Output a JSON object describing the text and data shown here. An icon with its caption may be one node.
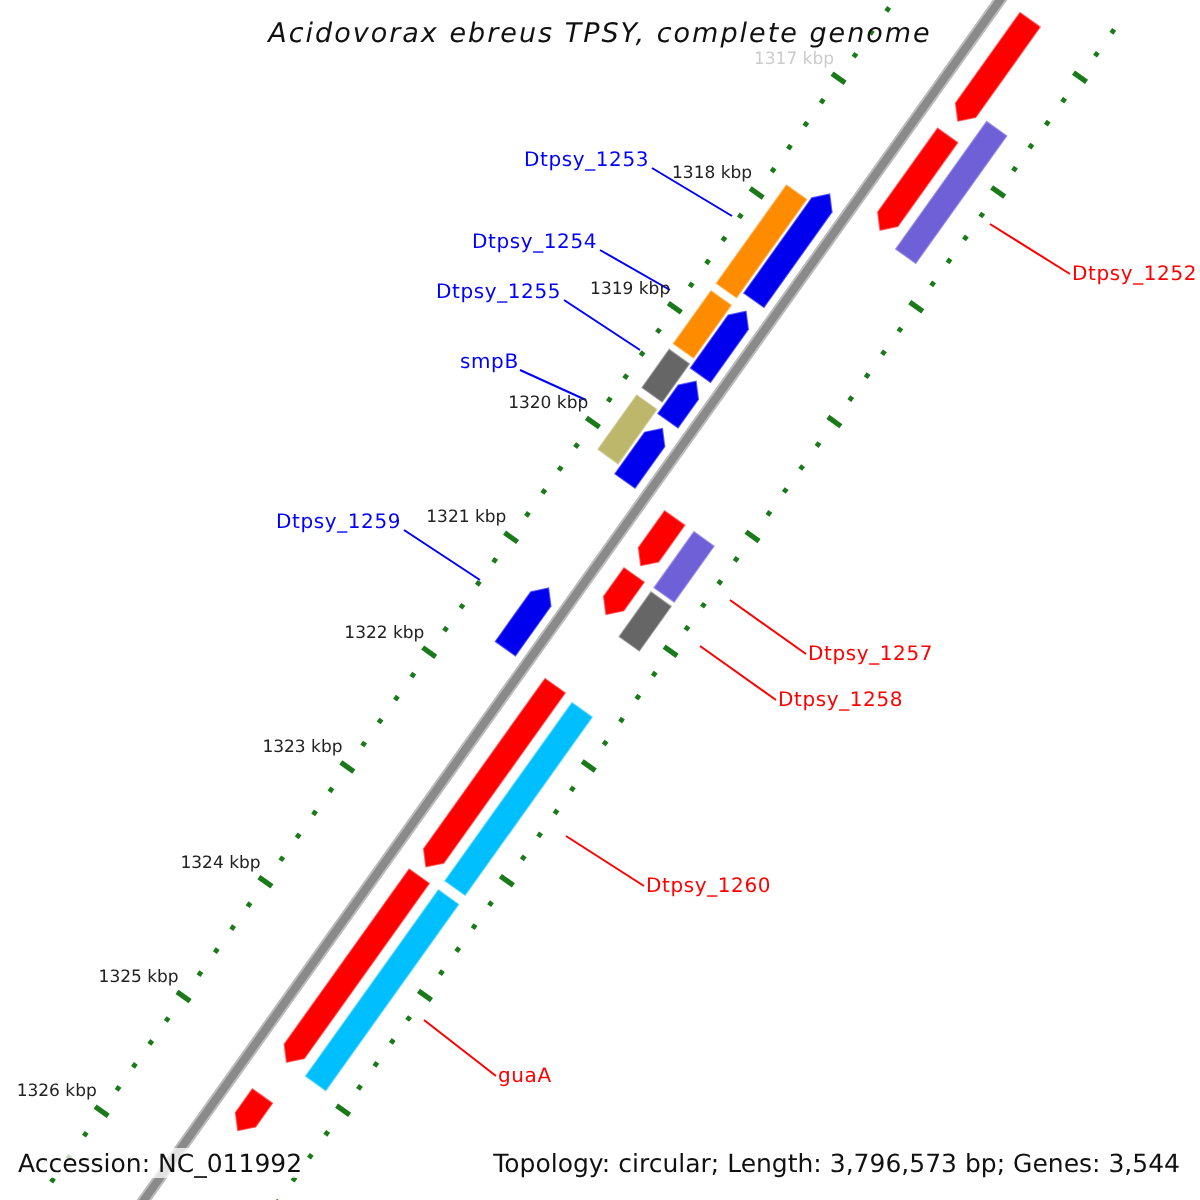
{
  "diagram": {
    "title": "Acidovorax ebreus TPSY, complete genome",
    "nodes": [
      {
        "text": [
          "Dtpsy_1253"
        ]
      },
      {
        "text": [
          "Dtpsy_1254"
        ]
      },
      {
        "text": [
          "Dtpsy_1255"
        ]
      },
      {
        "text": [
          "smpB"
        ]
      },
      {
        "text": [
          "Dtpsy_1259"
        ]
      },
      {
        "text": [
          "Dtpsy_1252"
        ]
      },
      {
        "text": [
          "Dtpsy_1257"
        ]
      },
      {
        "text": [
          "Dtpsy_1258"
        ]
      },
      {
        "text": [
          "Dtpsy_1260"
        ]
      },
      {
        "text": [
          "guaA"
        ]
      },
      {
        "text": [],
        "shape": "bar"
      },
      {
        "text": [],
        "shape": "bar"
      },
      {
        "text": [],
        "shape": "bar"
      },
      {
        "text": [],
        "shape": "bar"
      },
      {
        "text": [],
        "shape": "bar"
      },
      {
        "text": [],
        "shape": "bar"
      },
      {
        "text": [],
        "shape": "bar"
      },
      {
        "text": [],
        "shape": "bar"
      },
      {
        "text": [],
        "shape": "bar"
      },
      {
        "text": [],
        "shape": "bar"
      },
      {
        "text": [],
        "shape": "bar"
      },
      {
        "text": [],
        "shape": "bar"
      },
      {
        "text": [],
        "shape": "bar"
      },
      {
        "text": [],
        "shape": "bar"
      },
      {
        "text": [],
        "shape": "bar"
      },
      {
        "text": [],
        "shape": "bar"
      },
      {
        "text": [],
        "shape": "bar"
      },
      {
        "text": [],
        "shape": "bar"
      },
      {
        "text": [],
        "shape": "bar"
      },
      {
        "text": [],
        "shape": "bar"
      },
      {
        "text": [],
        "shape": "bar"
      }
    ],
    "edges": [
      {
        "from": 0,
        "to": 10,
        "arrow": "none",
        "color": "#0000ff"
      },
      {
        "from": 1,
        "to": 11,
        "arrow": "none",
        "color": "#0000ff"
      },
      {
        "from": 2,
        "to": 12,
        "arrow": "none",
        "color": "#0000ff"
      },
      {
        "from": 3,
        "to": 13,
        "arrow": "none",
        "color": "#0000ff"
      },
      {
        "from": 4,
        "to": 14,
        "arrow": "none",
        "color": "#0000ff"
      },
      {
        "from": 5,
        "to": 15,
        "arrow": "none",
        "color": "#ff0000"
      },
      {
        "from": 6,
        "to": 16,
        "arrow": "none",
        "color": "#ff0000"
      },
      {
        "from": 7,
        "to": 17,
        "arrow": "none",
        "color": "#ff0000"
      },
      {
        "from": 8,
        "to": 18,
        "arrow": "none",
        "color": "#ff0000"
      },
      {
        "from": 9,
        "to": 19,
        "arrow": "none",
        "color": "#ff0000"
      }
    ],
    "labels": [
      "1317 kbp",
      "1318 kbp",
      "1319 kbp",
      "1320 kbp",
      "1321 kbp",
      "1322 kbp",
      "1323 kbp",
      "1324 kbp",
      "1325 kbp",
      "1326 kbp",
      "Accession: NC_011992",
      "Topology: circular; Length: 3,796,573 bp; Genes: 3,544"
    ]
  }
}
